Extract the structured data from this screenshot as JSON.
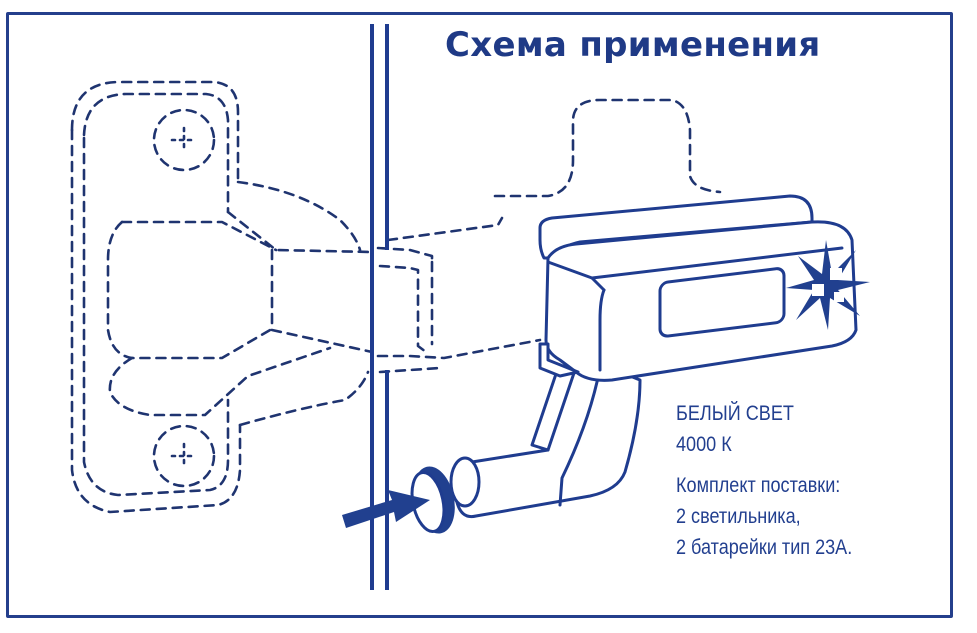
{
  "diagram": {
    "title": "Схема применения",
    "light": {
      "type_label": "БЕЛЫЙ СВЕТ",
      "color_temperature": "4000 К"
    },
    "package": {
      "label": "Комплект поставки:",
      "items": [
        "2 светильника,",
        "2 батарейки тип 23А."
      ]
    },
    "colors": {
      "line": "#1f3c8f",
      "dashed_outline": "#1f3470",
      "background": "#ffffff"
    },
    "elements": [
      "furniture-hinge (dashed outline)",
      "cabinet-door-edge (double vertical line)",
      "hinge-led-light (solid outline)",
      "light-rays",
      "push-button with arrow"
    ]
  }
}
